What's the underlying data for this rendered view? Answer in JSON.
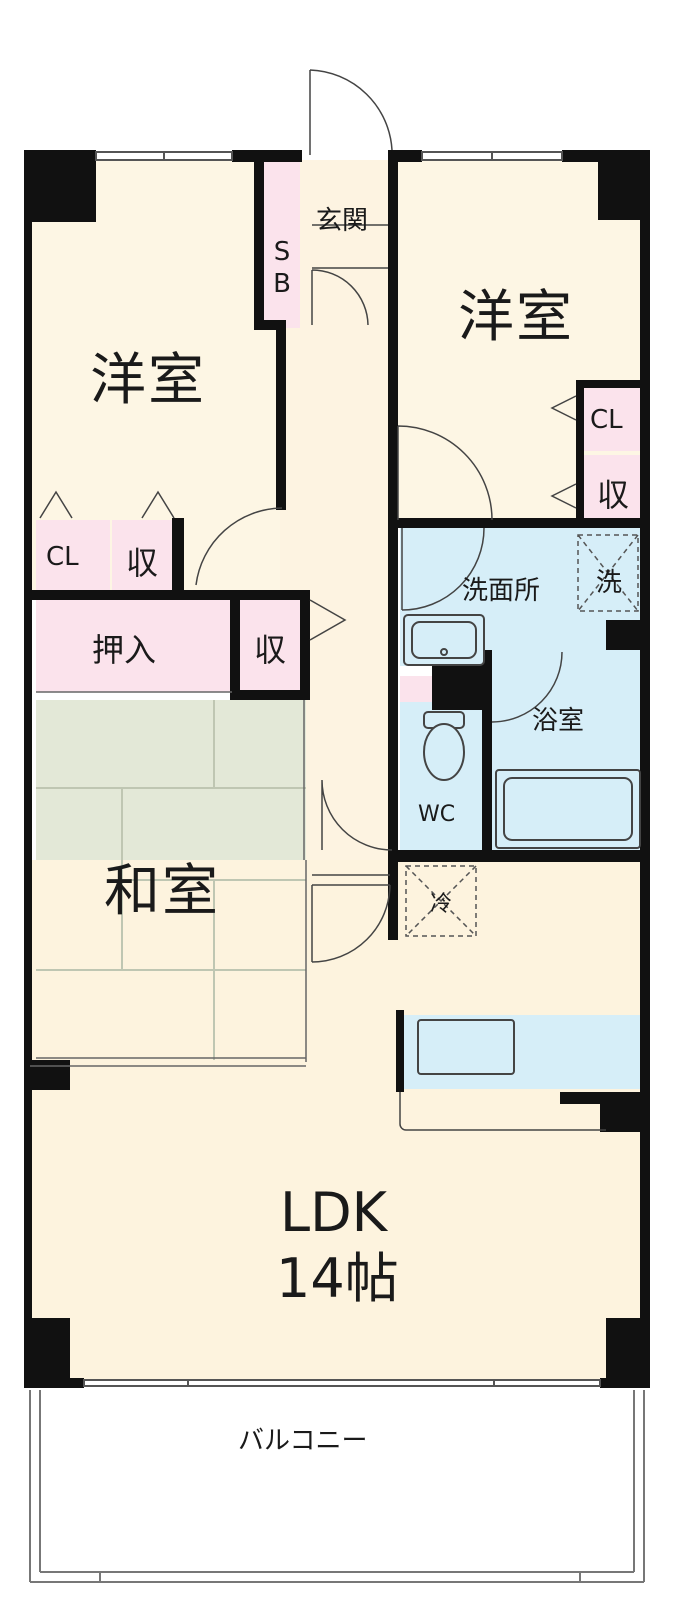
{
  "colors": {
    "wall": "#111111",
    "room_cream": "#fdf6e4",
    "corridor": "#fdf3e1",
    "ldk": "#fdf3de",
    "storage_pink": "#fbe3ec",
    "wet_blue": "#d6eef8",
    "tatami_green": "#e3e8d7",
    "tatami_line": "#bfc6b2",
    "balcony": "#ffffff"
  },
  "rooms": {
    "western_left": "洋室",
    "western_right": "洋室",
    "genkan": "玄関",
    "shoebox": "SB",
    "closet_left": "CL",
    "storage_left": "収",
    "closet_right": "CL",
    "storage_right": "収",
    "oshiire": "押入",
    "storage_middle": "収",
    "washroom": "洗面所",
    "washer": "洗",
    "bathroom": "浴室",
    "toilet": "WC",
    "japanese": "和室",
    "fridge": "冷",
    "ldk_name": "LDK",
    "ldk_size": "14帖",
    "balcony": "バルコニー"
  }
}
